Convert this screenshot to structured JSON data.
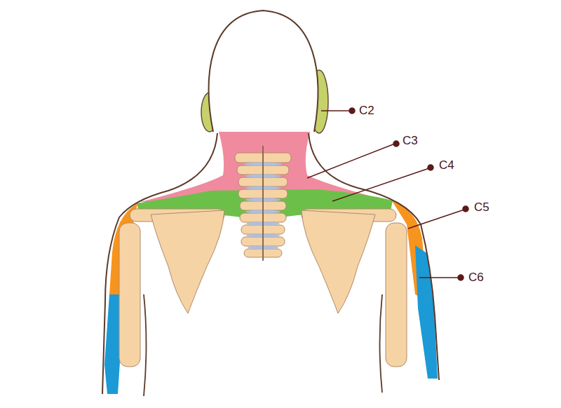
{
  "diagram": {
    "labels": [
      "C2",
      "C3",
      "C4",
      "C5",
      "C6"
    ]
  }
}
